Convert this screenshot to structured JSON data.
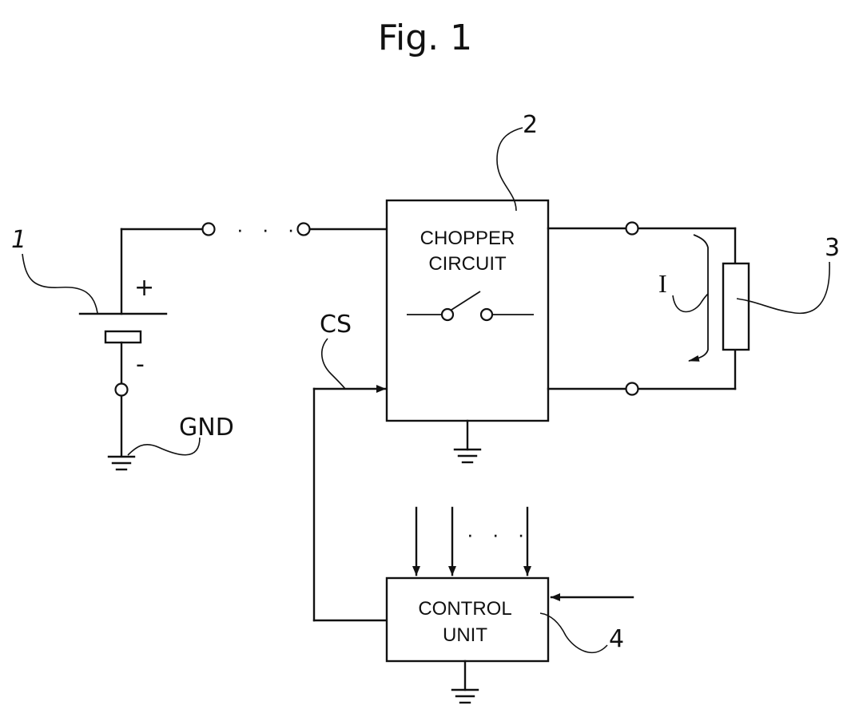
{
  "figure": {
    "title": "Fig. 1"
  },
  "refs": {
    "battery": "1",
    "chopper": "2",
    "load": "3",
    "control": "4"
  },
  "battery": {
    "plus": "+",
    "minus": "-"
  },
  "labels": {
    "gnd": "GND",
    "cs": "CS",
    "current": "I",
    "dots_top": "· · ·",
    "dots_inputs": "· · ·"
  },
  "chopper": {
    "line1": "CHOPPER",
    "line2": "CIRCUIT"
  },
  "control_unit": {
    "line1": "CONTROL",
    "line2": "UNIT"
  }
}
